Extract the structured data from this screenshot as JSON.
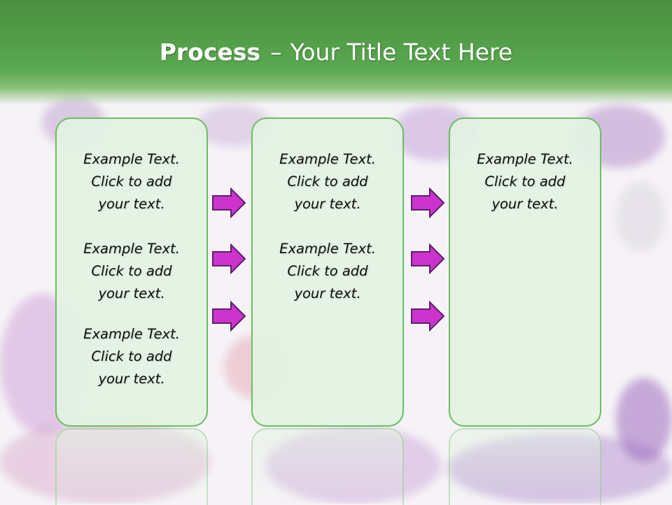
{
  "slide": {
    "title_bold": "Process",
    "title_dash": "–",
    "title_rest": "Your Title Text Here"
  },
  "columns": [
    {
      "items": [
        {
          "lines": [
            "Example Text.",
            "Click  to add",
            "your text."
          ]
        },
        {
          "lines": [
            "Example Text.",
            "Click  to add",
            "your text."
          ]
        },
        {
          "lines": [
            "Example Text.",
            "Click  to add",
            "your text."
          ]
        }
      ]
    },
    {
      "items": [
        {
          "lines": [
            "Example Text.",
            "Click  to add",
            "your text."
          ]
        },
        {
          "lines": [
            "Example Text.",
            "Click  to add",
            "your text."
          ]
        }
      ]
    },
    {
      "items": [
        {
          "lines": [
            "Example Text.",
            "Click  to add",
            "your text."
          ]
        }
      ]
    }
  ],
  "colors": {
    "header": "#5aa851",
    "box_border": "#6bbf62",
    "box_fill": "#e2f2e2",
    "arrow_fill": "#cc33cc",
    "arrow_stroke": "#5e1f6e"
  },
  "icons": {
    "arrow": "right-arrow-icon"
  }
}
